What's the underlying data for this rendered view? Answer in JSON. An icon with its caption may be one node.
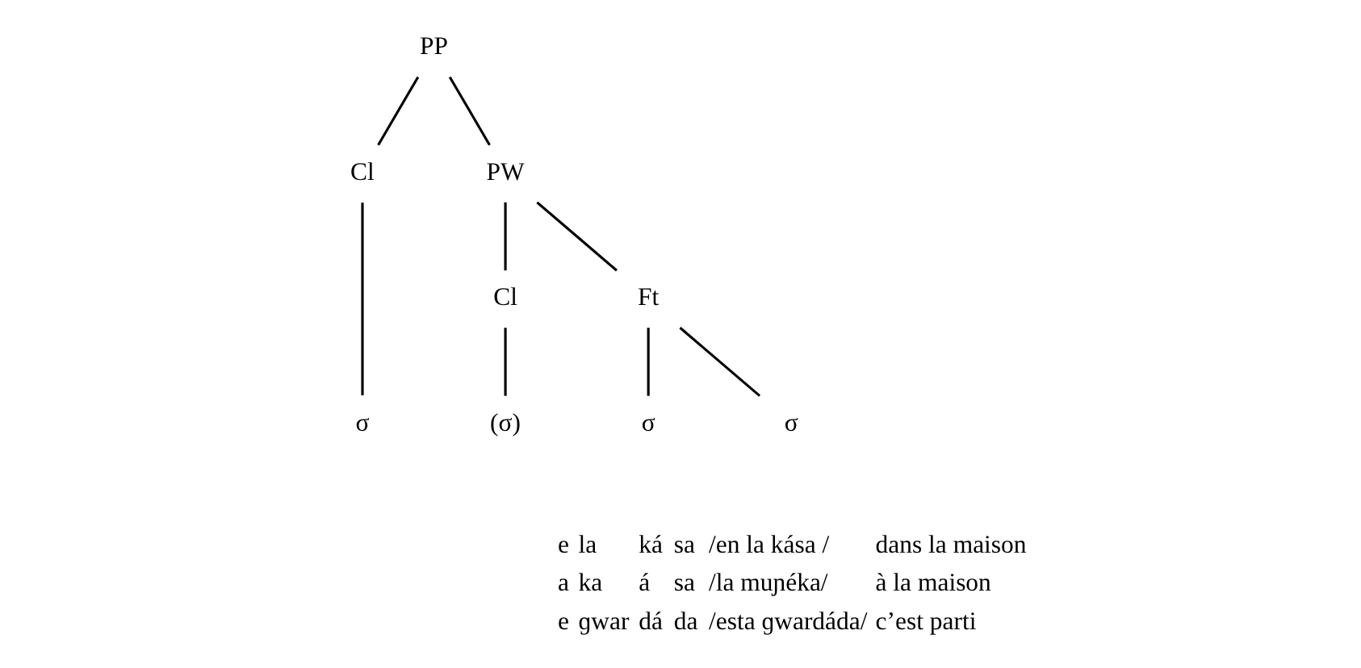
{
  "diagram": {
    "nodes": [
      {
        "text": [
          "PP"
        ]
      },
      {
        "text": [
          "Cl"
        ]
      },
      {
        "text": [
          "PW"
        ]
      },
      {
        "text": [
          "Cl"
        ]
      },
      {
        "text": [
          "Ft"
        ]
      },
      {
        "text": [
          "σ"
        ]
      },
      {
        "text": [
          "(σ)"
        ]
      },
      {
        "text": [
          "σ"
        ]
      },
      {
        "text": [
          "σ"
        ]
      }
    ],
    "edges": [
      {
        "from": 0,
        "to": 1,
        "arrow": "none"
      },
      {
        "from": 0,
        "to": 2,
        "arrow": "none"
      },
      {
        "from": 1,
        "to": 5,
        "arrow": "none"
      },
      {
        "from": 2,
        "to": 3,
        "arrow": "none"
      },
      {
        "from": 2,
        "to": 4,
        "arrow": "none"
      },
      {
        "from": 3,
        "to": 6,
        "arrow": "none"
      },
      {
        "from": 4,
        "to": 7,
        "arrow": "none"
      },
      {
        "from": 4,
        "to": 8,
        "arrow": "none"
      }
    ],
    "labels": [
      "e",
      "la",
      "ká",
      "sa",
      "/en la kása /",
      "dans la maison",
      "a",
      "ka",
      "á",
      "sa",
      "/la muɲéka/",
      "à la maison",
      "e",
      "ɡwar",
      "dá",
      "da",
      "/esta ɡwardáda/",
      "c’est parti"
    ]
  }
}
